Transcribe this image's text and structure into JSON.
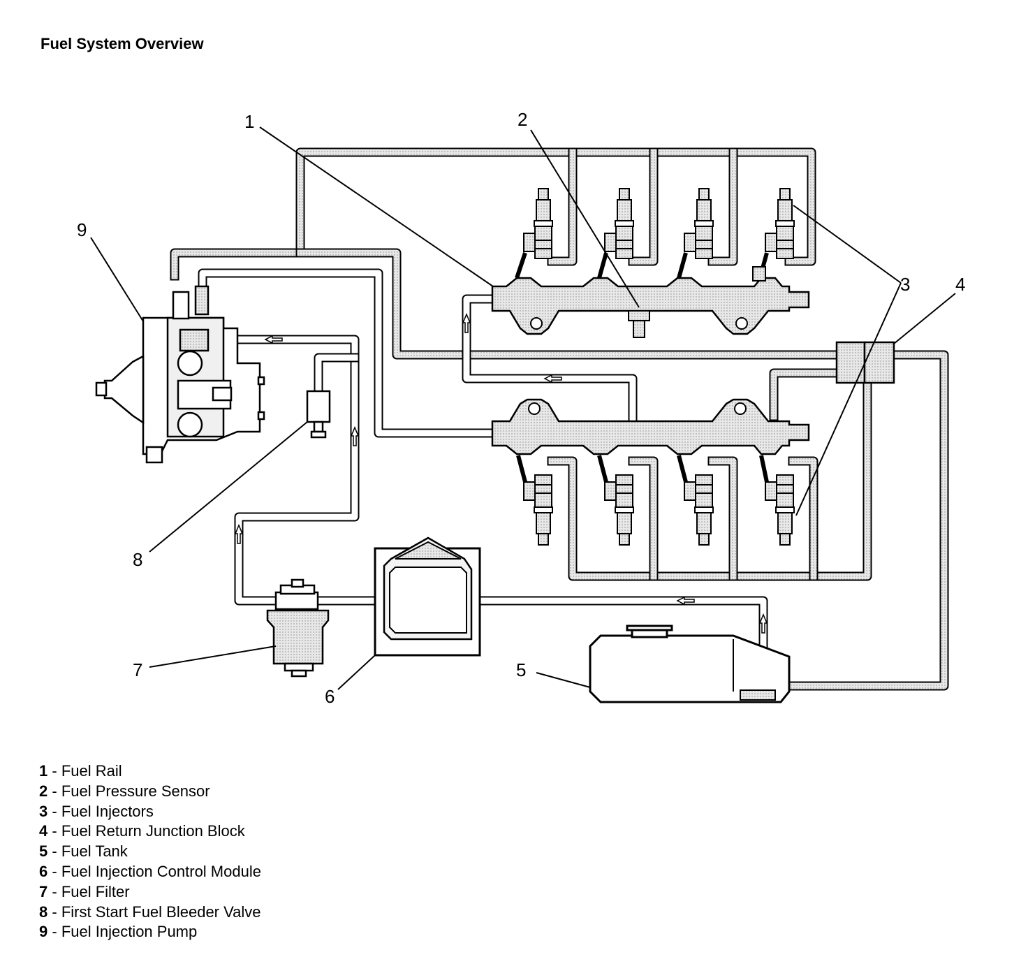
{
  "title": "Fuel System Overview",
  "callouts": [
    "1",
    "2",
    "3",
    "4",
    "5",
    "6",
    "7",
    "8",
    "9"
  ],
  "legend": [
    {
      "number": "1",
      "sep": " - ",
      "label": "Fuel Rail"
    },
    {
      "number": "2",
      "sep": " - ",
      "label": "Fuel Pressure Sensor"
    },
    {
      "number": "3",
      "sep": " - ",
      "label": "Fuel Injectors"
    },
    {
      "number": "4",
      "sep": " - ",
      "label": "Fuel Return Junction Block"
    },
    {
      "number": "5",
      "sep": " - ",
      "label": "Fuel Tank"
    },
    {
      "number": "6",
      "sep": " - ",
      "label": "Fuel Injection Control Module"
    },
    {
      "number": "7",
      "sep": " - ",
      "label": "Fuel Filter"
    },
    {
      "number": "8",
      "sep": " - ",
      "label": "First Start Fuel Bleeder Valve"
    },
    {
      "number": "9",
      "sep": " - ",
      "label": "Fuel Injection Pump"
    }
  ],
  "colors": {
    "line": "#000000",
    "pipe_fill": "#d8d8d8",
    "component_fill": "#e6e6e6",
    "background": "#ffffff"
  }
}
